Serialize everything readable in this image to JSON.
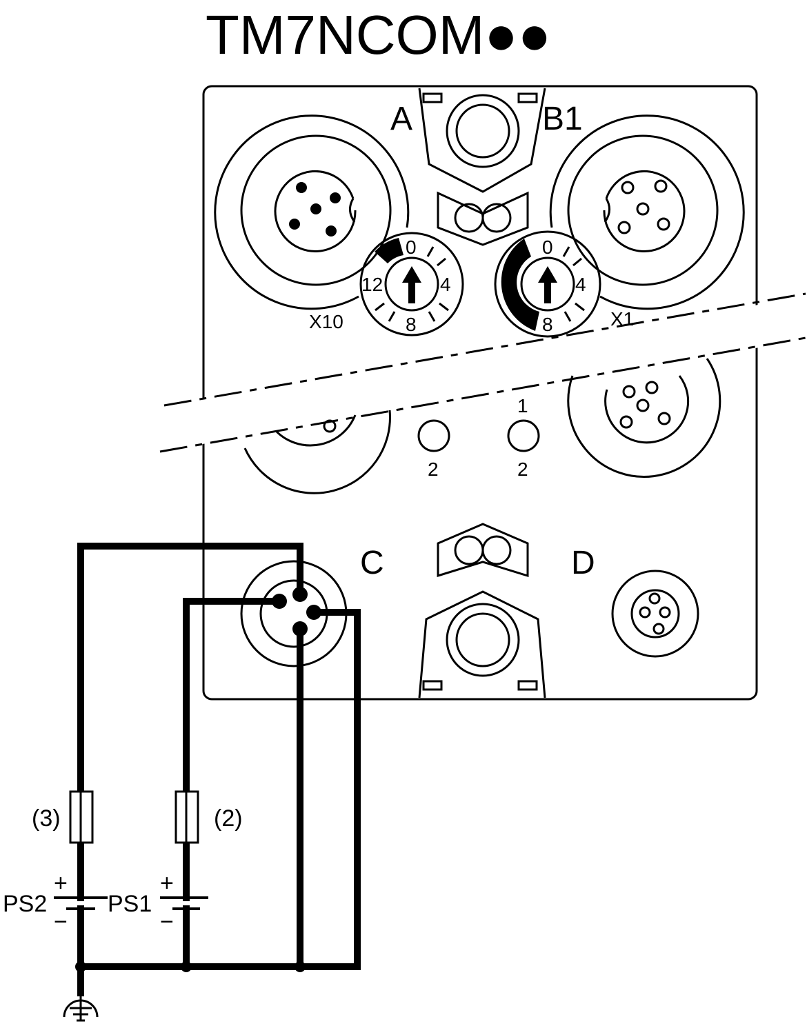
{
  "title": "TM7NCOM●●",
  "labels": {
    "port_a": "A",
    "port_b1": "B1",
    "port_c": "C",
    "port_d": "D",
    "x10": "X10",
    "x1": "X1"
  },
  "dial_left": {
    "top": "0",
    "left": "12",
    "right": "4",
    "bottom": "8"
  },
  "dial_right": {
    "top": "0",
    "right": "4",
    "bottom": "8"
  },
  "leds": {
    "led1_bottom": "2",
    "led2_top": "1",
    "led2_bottom": "2"
  },
  "fuses": {
    "fuse_left": "(3)",
    "fuse_right": "(2)"
  },
  "supplies": {
    "ps2": "PS2",
    "ps1": "PS1",
    "plus": "+",
    "minus": "−"
  }
}
